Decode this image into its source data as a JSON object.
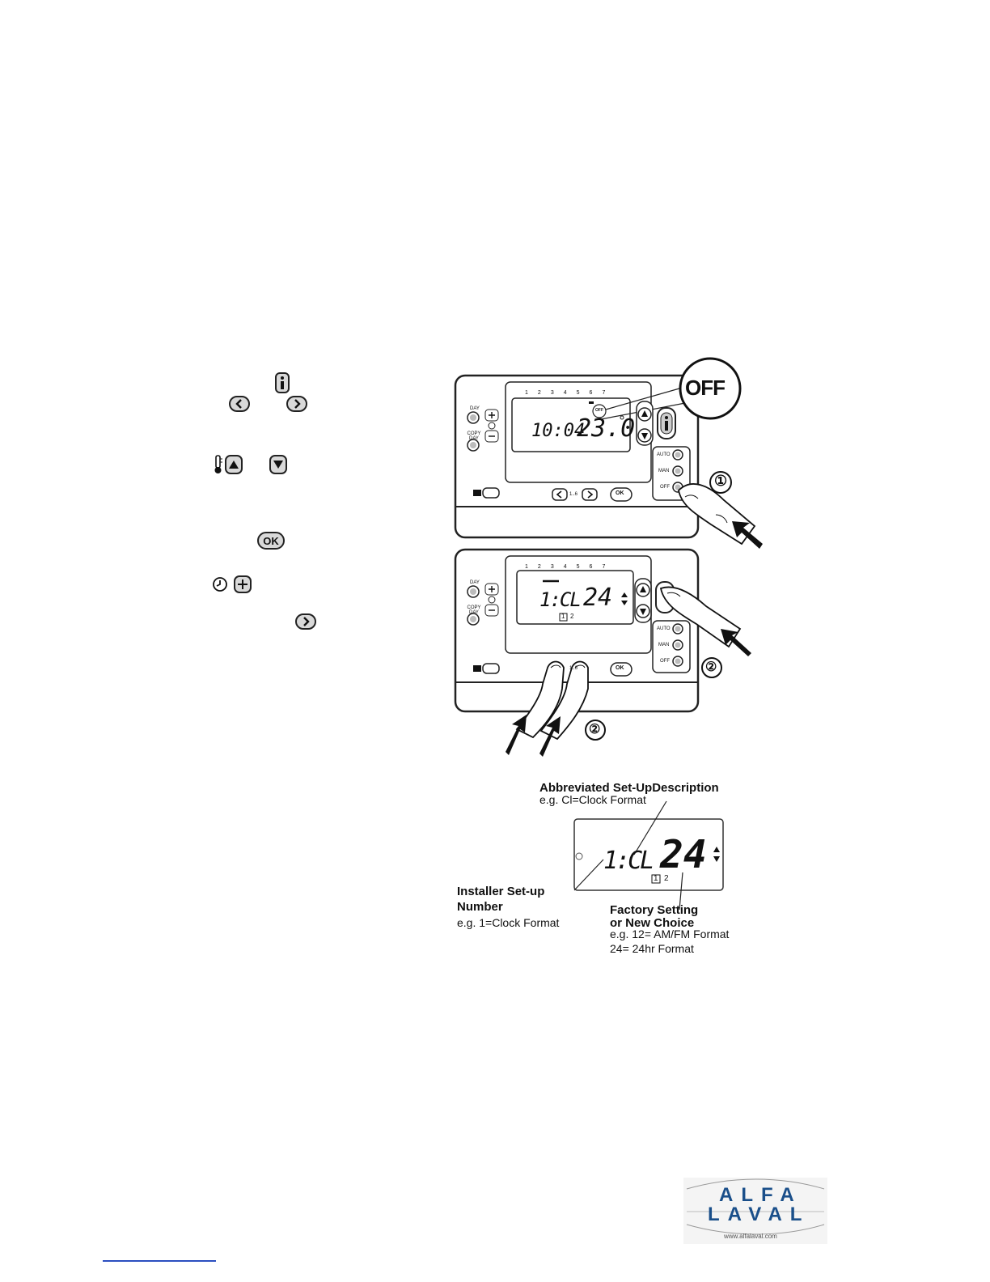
{
  "step_icons": {
    "info": "info-icon",
    "left": "chevron-left-icon",
    "right": "chevron-right-icon",
    "temp_up": "thermometer-up-icon",
    "temp_down": "triangle-down-icon",
    "ok": "OK",
    "clock_plus": "clock-plus-icon"
  },
  "thermostat_top": {
    "days": [
      "1",
      "2",
      "3",
      "4",
      "5",
      "6",
      "7"
    ],
    "time": "10:04",
    "temperature": "23.0",
    "mode_badge": "OFF",
    "zoom_label": "OFF",
    "left_buttons": [
      "DAY",
      "COPY DAY"
    ],
    "mode_buttons": [
      "AUTO",
      "MAN",
      "OFF"
    ],
    "nav_label": "1..6",
    "ok_label": "OK",
    "step_marker": "①"
  },
  "thermostat_bottom": {
    "days": [
      "1",
      "2",
      "3",
      "4",
      "5",
      "6",
      "7"
    ],
    "setup_code": "1:CL",
    "setup_value": "24",
    "page_a": "1",
    "page_b": "2",
    "left_buttons": [
      "DAY",
      "COPY DAY"
    ],
    "mode_buttons": [
      "AUTO",
      "MAN",
      "OFF"
    ],
    "nav_label": "1..6",
    "ok_label": "OK",
    "step_marker_right": "②",
    "step_marker_bottom": "②"
  },
  "diagram": {
    "setup_code": "1:CL",
    "setup_value": "24",
    "page_a": "1",
    "page_b": "2",
    "callout_description_title": "Abbreviated Set-UpDescription",
    "callout_description_sub": "e.g. Cl=Clock Format",
    "callout_number_title_1": "Installer Set-up",
    "callout_number_title_2": "Number",
    "callout_number_sub": "e.g. 1=Clock Format",
    "callout_factory_title_1": "Factory Setting",
    "callout_factory_title_2": "or New Choice",
    "callout_factory_sub_1": "e.g. 12= AM/FM Format",
    "callout_factory_sub_2": "24= 24hr Format"
  },
  "logo": {
    "line1": "ALFA",
    "line2": "LAVAL",
    "url": "www.alfalaval.com",
    "brand_color": "#1a4f8a"
  }
}
